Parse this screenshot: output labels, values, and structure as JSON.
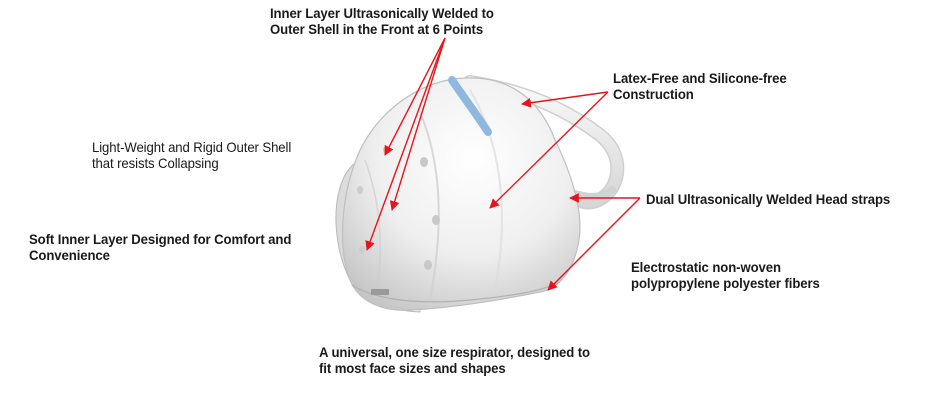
{
  "labels": {
    "welded_front": {
      "line1": "Inner Layer Ultrasonically Welded to",
      "line2": "Outer Shell in the Front at 6 Points"
    },
    "latex_free": {
      "line1": "Latex-Free and Silicone-free",
      "line2": "Construction"
    },
    "outer_shell": {
      "line1": "Light-Weight and Rigid Outer Shell",
      "line2": "that resists Collapsing"
    },
    "head_straps": {
      "line1": "Dual Ultrasonically Welded Head straps"
    },
    "inner_layer": {
      "line1": "Soft Inner Layer Designed for Comfort and",
      "line2": "Convenience"
    },
    "electrostatic": {
      "line1": "Electrostatic non-woven",
      "line2": "polypropylene polyester fibers"
    },
    "universal": {
      "line1": "A universal, one size respirator, designed to",
      "line2": "fit most face sizes and shapes"
    }
  },
  "colors": {
    "arrow": "#e8141c",
    "text": "#1a1a1a",
    "mask_light": "#f4f4f4",
    "mask_shadow": "#bdbdbd",
    "nose_strip": "#8fb8de"
  }
}
